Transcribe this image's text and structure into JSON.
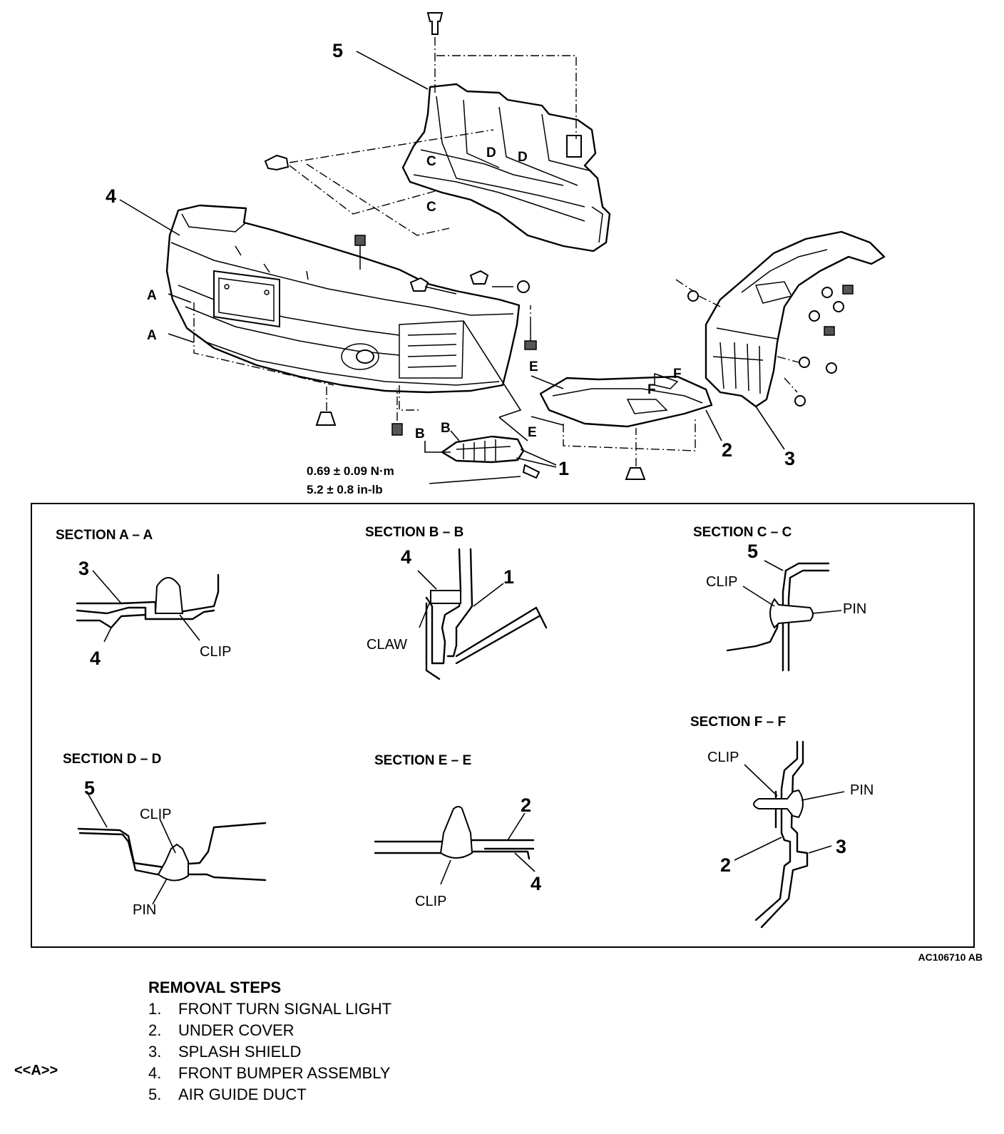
{
  "callouts": {
    "n1": "1",
    "n1b": "1",
    "n2": "2",
    "n2b": "2",
    "n2c": "2",
    "n3": "3",
    "n3b": "3",
    "n3c": "3",
    "n4": "4",
    "n4b": "4",
    "n4c": "4",
    "n5": "5",
    "n5b": "5",
    "n5c": "5"
  },
  "section_letters": {
    "a": "A",
    "b": "B",
    "c": "C",
    "d": "D",
    "e": "E",
    "f": "F"
  },
  "torque": {
    "nm": "0.69 ± 0.09 N·m",
    "inlb": "5.2 ± 0.8 in-lb"
  },
  "sections": {
    "aa": {
      "title": "SECTION A – A",
      "clip": "CLIP"
    },
    "bb": {
      "title": "SECTION B – B",
      "claw": "CLAW"
    },
    "cc": {
      "title": "SECTION C – C",
      "clip": "CLIP",
      "pin": "PIN"
    },
    "dd": {
      "title": "SECTION D – D",
      "clip": "CLIP",
      "pin": "PIN"
    },
    "ee": {
      "title": "SECTION E – E",
      "clip": "CLIP"
    },
    "ff": {
      "title": "SECTION F – F",
      "clip": "CLIP",
      "pin": "PIN"
    }
  },
  "figure_code": "AC106710 AB",
  "removal": {
    "heading": "REMOVAL STEPS",
    "annotation": "<<A>>",
    "steps": [
      {
        "num": "1.",
        "label": "FRONT TURN SIGNAL LIGHT"
      },
      {
        "num": "2.",
        "label": "UNDER COVER"
      },
      {
        "num": "3.",
        "label": "SPLASH SHIELD"
      },
      {
        "num": "4.",
        "label": "FRONT BUMPER ASSEMBLY"
      },
      {
        "num": "5.",
        "label": "AIR GUIDE DUCT"
      }
    ]
  }
}
